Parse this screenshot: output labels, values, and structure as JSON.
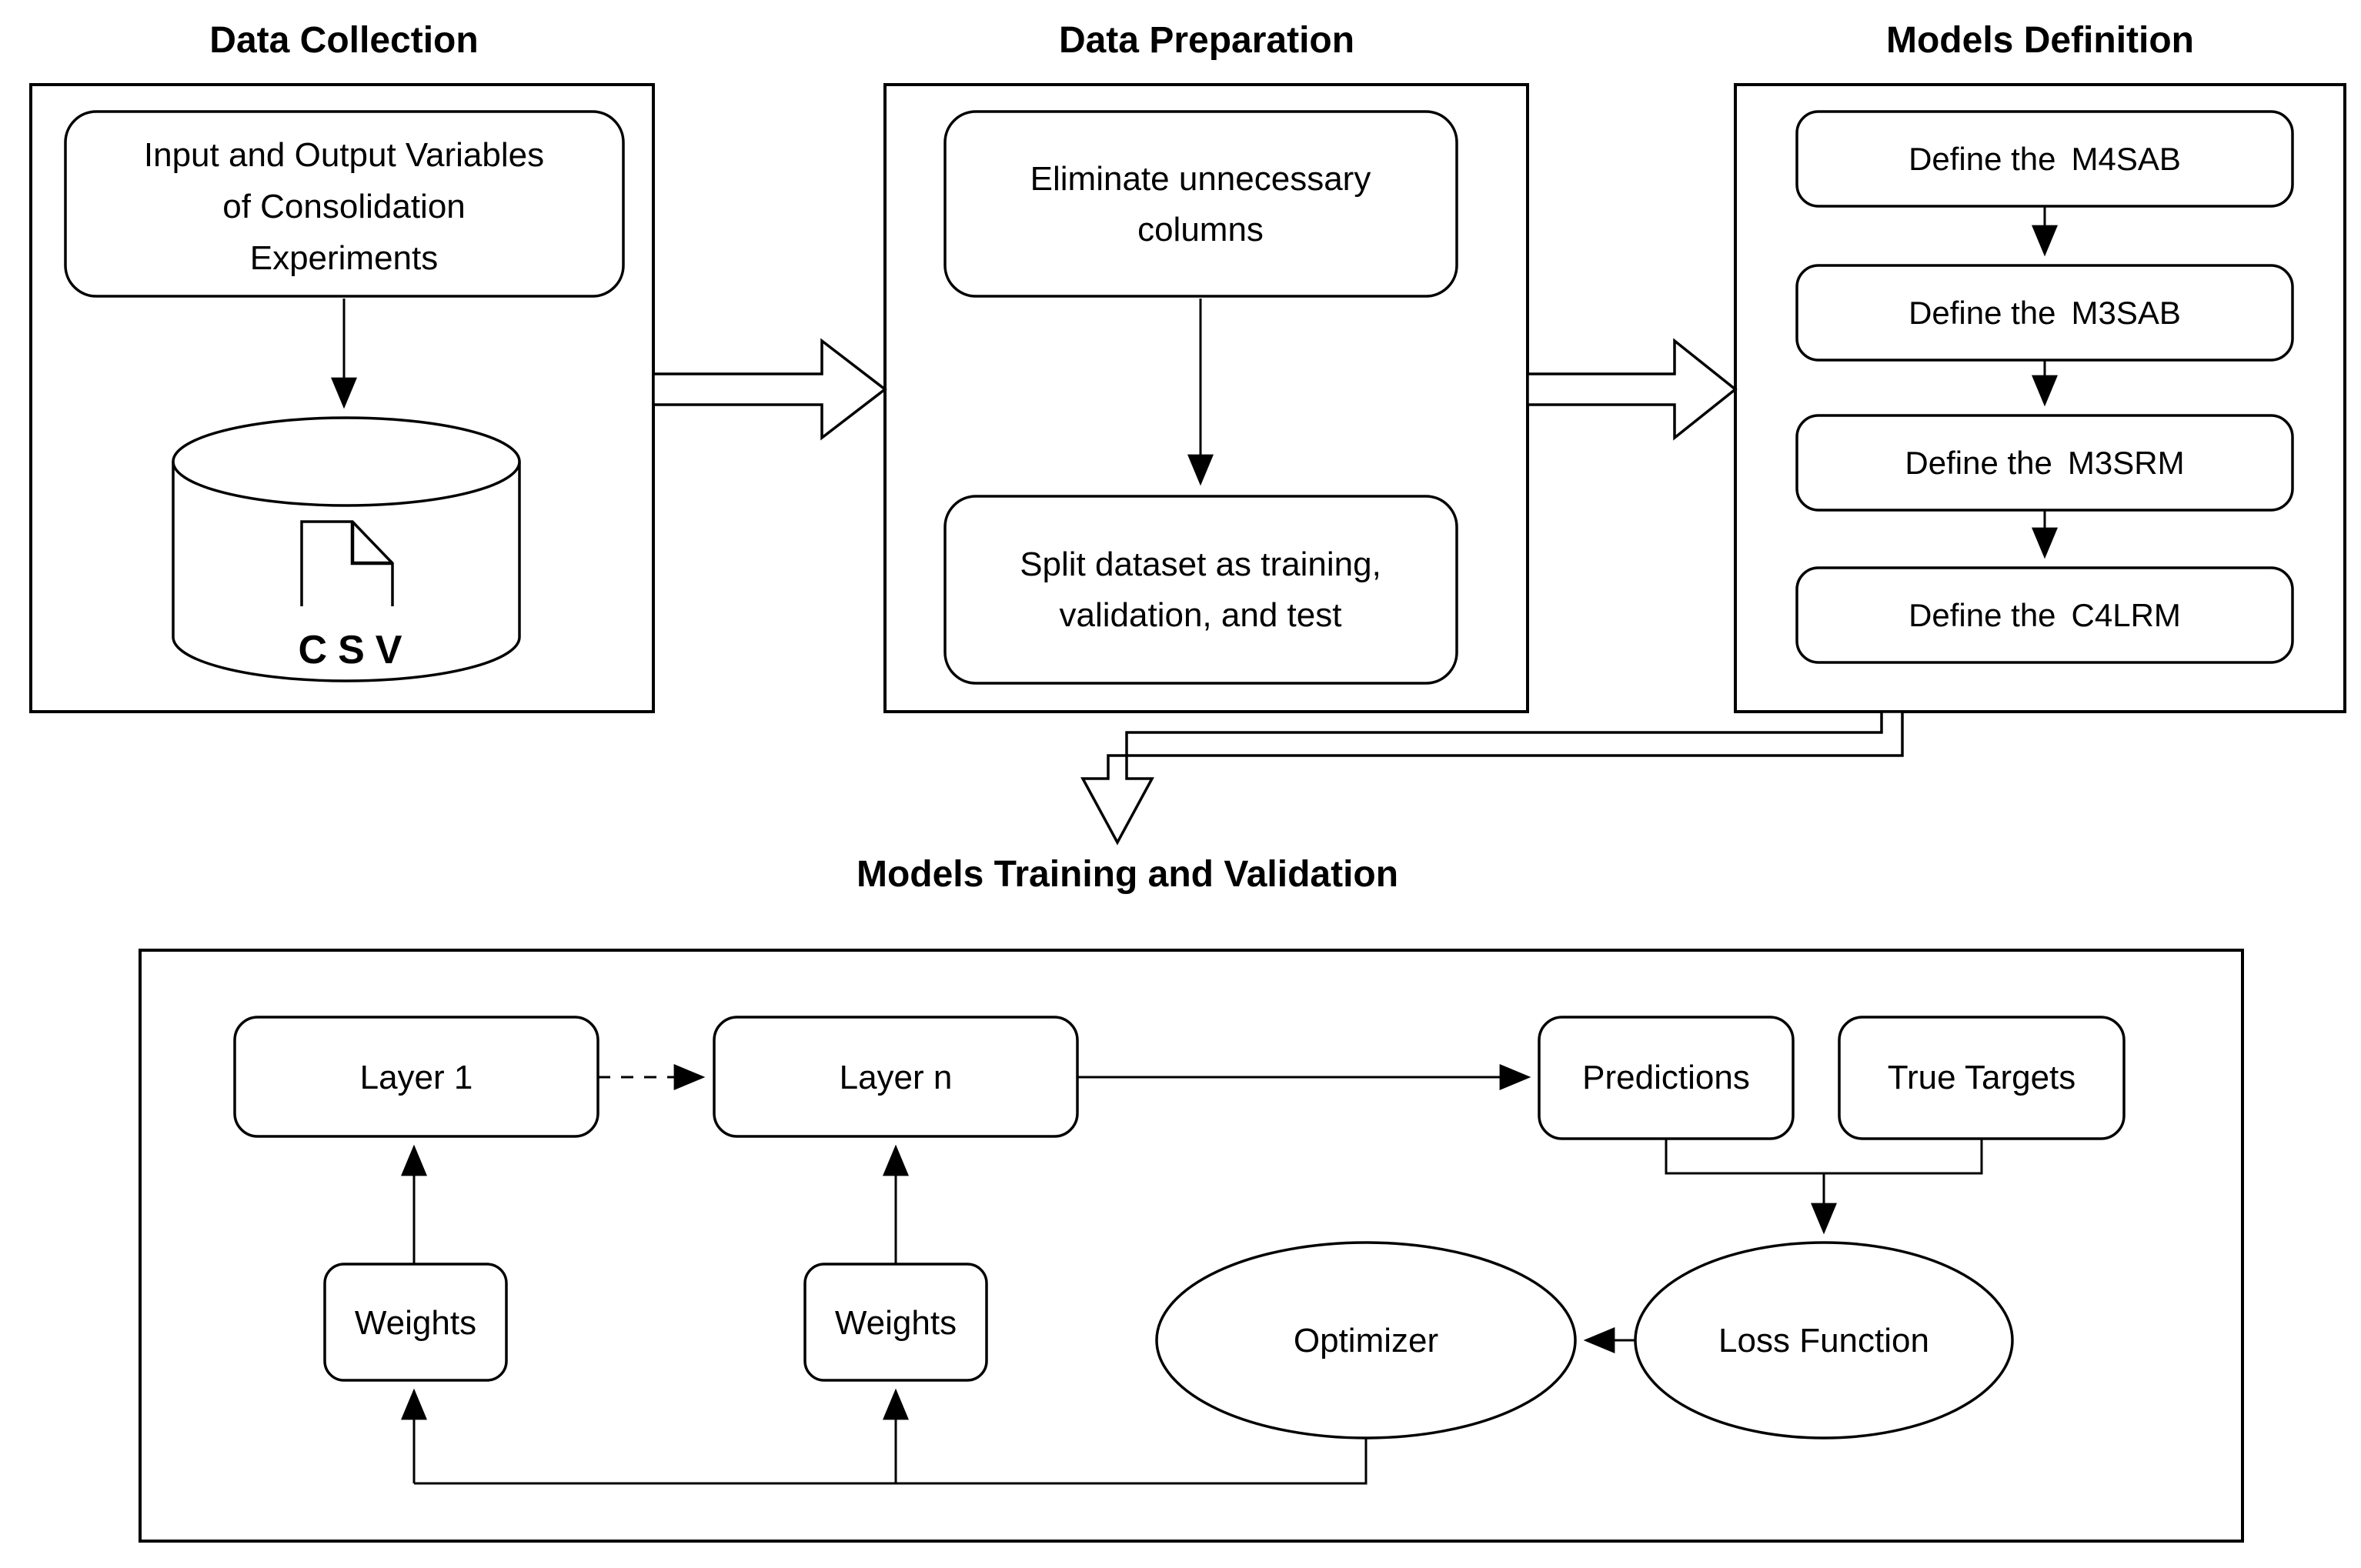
{
  "figure": {
    "background": "#ffffff",
    "line_color": "#000000"
  },
  "data_collection": {
    "title": "Data Collection",
    "variables_box": {
      "lines": [
        "Input and Output Variables",
        "of Consolidation",
        "Experiments"
      ]
    },
    "csv_database": {
      "label": "CSV"
    }
  },
  "data_preparation": {
    "title": "Data Preparation",
    "eliminate_box": {
      "lines": [
        "Eliminate unnecessary",
        "columns"
      ]
    },
    "split_box": {
      "lines": [
        "Split dataset as training,",
        "validation, and test"
      ]
    }
  },
  "models_definition": {
    "title": "Models Definition",
    "step_prefix": "Define the",
    "model_names": [
      "M4SAB",
      "M3SAB",
      "M3SRM",
      "C4LRM"
    ]
  },
  "training": {
    "title": "Models Training and Validation",
    "layer1": "Layer 1",
    "layer_n": "Layer n",
    "predictions": "Predictions",
    "true_targets": "True Targets",
    "weights_1": "Weights",
    "weights_2": "Weights",
    "optimizer": "Optimizer",
    "loss_function": "Loss Function"
  }
}
